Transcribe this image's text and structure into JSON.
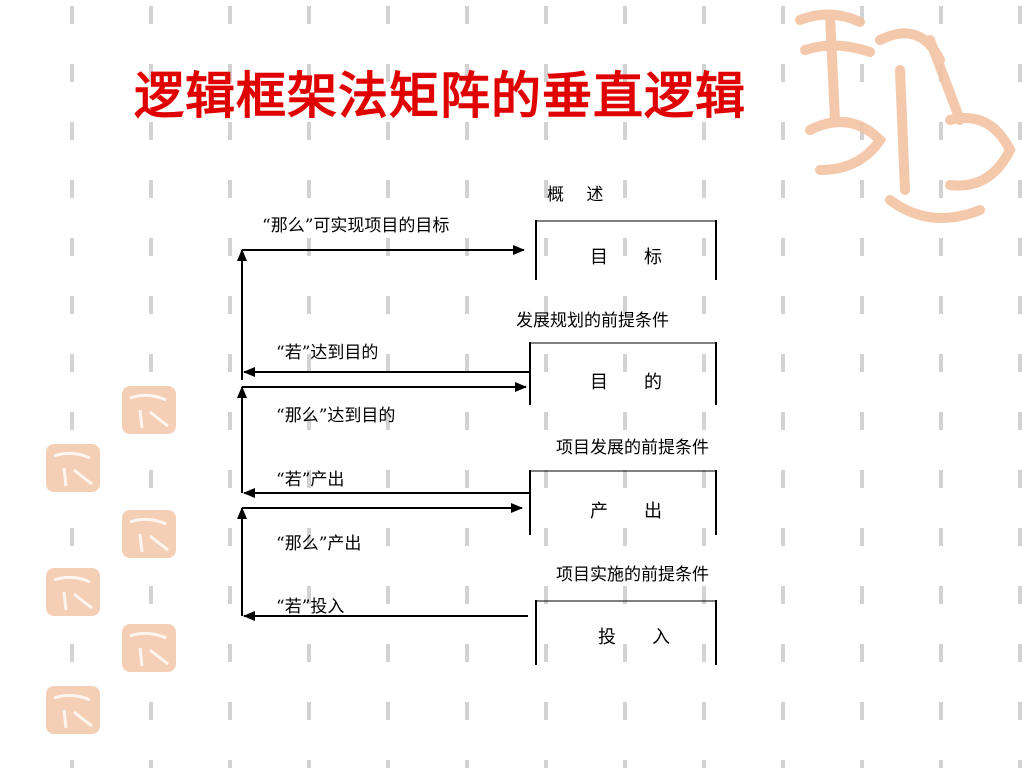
{
  "slide": {
    "title": "逻辑框架法矩阵的垂直逻辑"
  },
  "diagram": {
    "overview_heading": "概　 述",
    "boxes": {
      "goal": "目　　标",
      "purpose": "目　　的",
      "output": "产　　出",
      "input": "投　　入"
    },
    "conditions": {
      "goal_purpose": "发展规划的前提条件",
      "purpose_output": "项目发展的前提条件",
      "output_input": "项目实施的前提条件"
    },
    "arrow_labels": {
      "then_goal": "“那么”可实现项目的目标",
      "if_purpose": "“若”达到目的",
      "then_purpose": "“那么”达到目的",
      "if_output": "“若”产出",
      "then_output": "“那么”产出",
      "if_input": "“若”投入"
    }
  },
  "colors": {
    "title": "#e00000",
    "decor_pattern": "#d0d0d0",
    "decor_seal": "#f3c9ac"
  }
}
